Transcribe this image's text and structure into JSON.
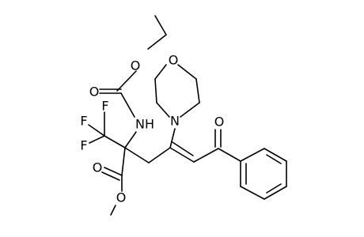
{
  "molecule": {
    "atoms": {
      "o_ether_top": "O",
      "o_carbamate": "O",
      "n_h": "NH",
      "f1": "F",
      "f2": "F",
      "f3": "F",
      "o_ester_carbonyl": "O",
      "o_methoxy": "O",
      "o_morpholine": "O",
      "n_morpholine": "N",
      "o_ketone": "O"
    }
  }
}
